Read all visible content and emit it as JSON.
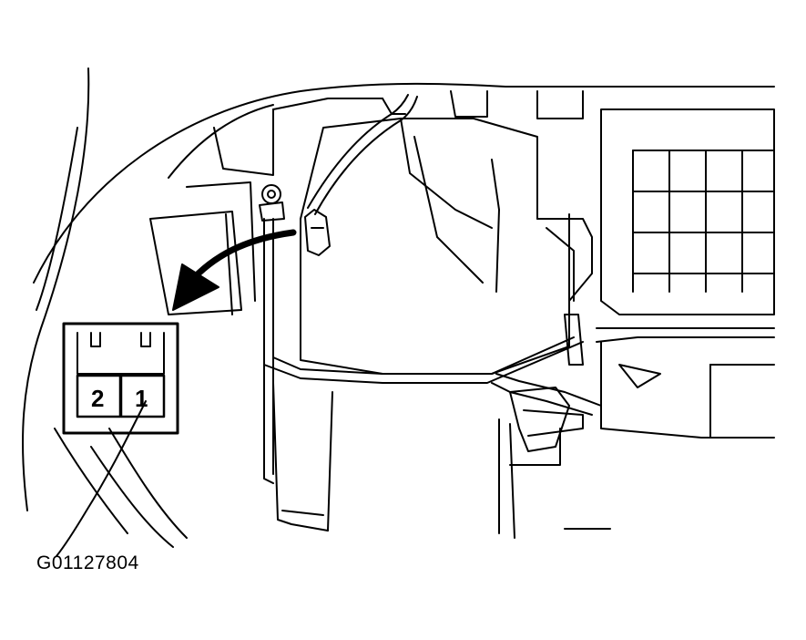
{
  "figure": {
    "code": "G01127804"
  },
  "connector": {
    "pins": [
      {
        "label": "2"
      },
      {
        "label": "1"
      }
    ]
  },
  "colors": {
    "line": "#000000",
    "background": "#ffffff"
  }
}
